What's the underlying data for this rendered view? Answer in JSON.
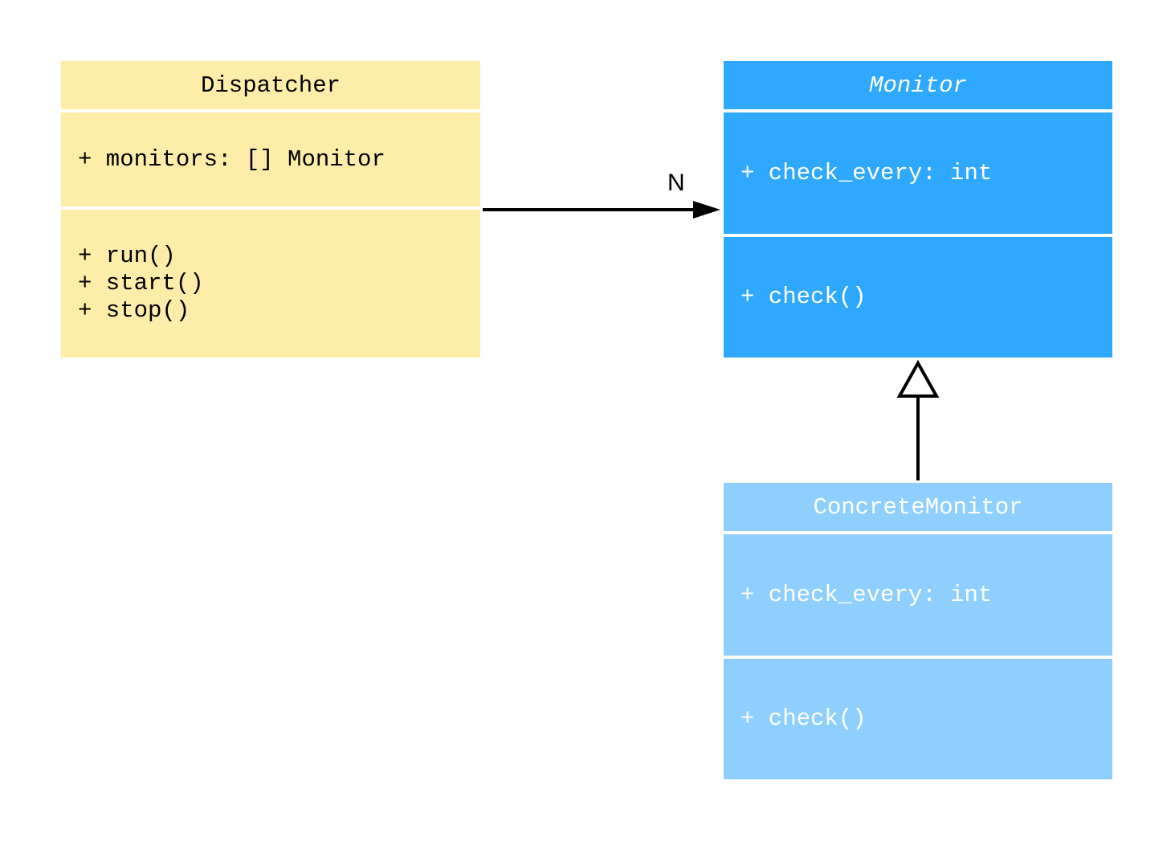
{
  "classes": {
    "dispatcher": {
      "name": "Dispatcher",
      "attributes": "+ monitors: [] Monitor",
      "methods": "+ run()\n+ start()\n+ stop()",
      "color": "#FEECA9"
    },
    "monitor": {
      "name": "Monitor",
      "abstract": true,
      "attributes": "+ check_every: int",
      "methods": "+ check()",
      "color": "#2FA8FF"
    },
    "concrete_monitor": {
      "name": "ConcreteMonitor",
      "attributes": "+ check_every: int",
      "methods": "+ check()",
      "color": "#8FCFFF"
    }
  },
  "relations": [
    {
      "type": "association",
      "from": "Dispatcher",
      "to": "Monitor",
      "multiplicity": "N"
    },
    {
      "type": "inheritance",
      "from": "ConcreteMonitor",
      "to": "Monitor"
    }
  ]
}
